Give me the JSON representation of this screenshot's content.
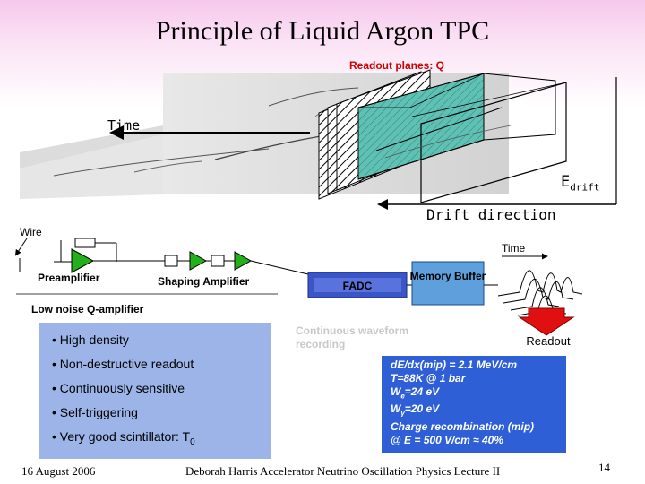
{
  "title": "Principle of Liquid Argon TPC",
  "diagram": {
    "readout_planes_label": "Readout planes: Q",
    "time_label": "Time",
    "edrift_label": "E",
    "edrift_sub": "drift",
    "drift_direction_label": "Drift direction",
    "electronics": {
      "wire_label": "Wire",
      "preamplifier_label": "Preamplifier",
      "shaping_amplifier_label": "Shaping Amplifier",
      "fadc_label": "FADC",
      "memory_buffer_label": "Memory Buffer",
      "time_label": "Time",
      "readout_label": "Readout"
    },
    "low_noise_label": "Low noise Q-amplifier",
    "continuous_waveform_label": "Continuous waveform recording"
  },
  "features": [
    "• High density",
    "• Non-destructive readout",
    "• Continuously sensitive",
    "• Self-triggering",
    "• Very good scintillator: T"
  ],
  "features_last_sub": "0",
  "parameters": {
    "line1": "dE/dx(mip) = 2.1 MeV/cm",
    "line2": "T=88K  @ 1 bar",
    "line3_pre": "W",
    "line3_sub": "e",
    "line3_post": "=24 eV",
    "line4_pre": "W",
    "line4_sub": "γ",
    "line4_post": "=20 eV",
    "line5": "Charge recombination (mip)",
    "line6": "@ E = 500 V/cm ≈ 40%"
  },
  "footer": {
    "date": "16 August 2006",
    "center": "Deborah Harris  Accelerator Neutrino Oscillation Physics Lecture II",
    "page": "14"
  },
  "colors": {
    "teal_volume": "#5fc0b4",
    "param_box": "#2f5fd6",
    "bullet_box": "#9cb4e8",
    "fadc_box": "#3a55c8",
    "memory_box": "#5ea0dc",
    "preamp_green": "#22b11a",
    "readout_arrow": "#e01010"
  }
}
